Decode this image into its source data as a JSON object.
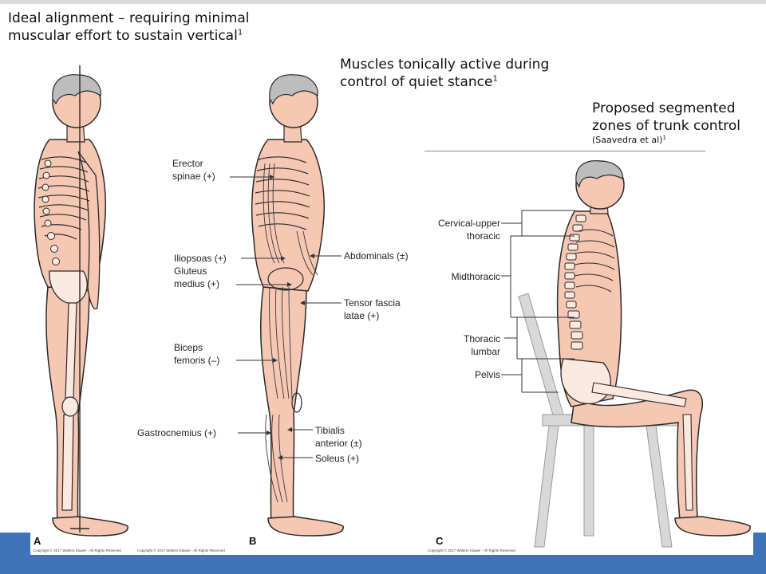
{
  "headings": {
    "a_line1": "Ideal alignment – requiring minimal",
    "a_line2": "muscular effort to sustain vertical",
    "a_sup": "1",
    "b_line1": "Muscles tonically active during",
    "b_line2": "control of quiet stance",
    "b_sup": "1",
    "c_line1": "Proposed segmented",
    "c_line2": "zones of trunk control",
    "c_note": "(Saavedra et al)",
    "c_sup": "1"
  },
  "muscle_labels": {
    "erector_1": "Erector",
    "erector_2": "spinae (+)",
    "iliopsoas": "Iliopsoas (+)",
    "gluteus_1": "Gluteus",
    "gluteus_2": "medius (+)",
    "biceps_1": "Biceps",
    "biceps_2": "femoris (–)",
    "gastrocnemius": "Gastrocnemius (+)",
    "abdominals": "Abdominals (±)",
    "tensor_1": "Tensor fascia",
    "tensor_2": "latae (+)",
    "tibialis_1": "Tibialis",
    "tibialis_2": "anterior (±)",
    "soleus": "Soleus (+)"
  },
  "zone_labels": {
    "cervical_1": "Cervical-upper",
    "cervical_2": "thoracic",
    "midthoracic": "Midthoracic",
    "thoracic_1": "Thoracic",
    "thoracic_2": "lumbar",
    "pelvis": "Pelvis"
  },
  "panel_letters": {
    "a": "A",
    "b": "B",
    "c": "C"
  },
  "copyright": {
    "a": "Copyright © 2017 Wolters Kluwer - All Rights Reserved",
    "b": "Copyright © 2017 Wolters Kluwer - All Rights Reserved",
    "c": "Copyright © 2017 Wolters Kluwer - All Rights Reserved"
  },
  "colors": {
    "skin": "#f6c7b3",
    "outline": "#2a2a2a",
    "hair": "#bdbdbd",
    "bone": "#fbe9e0",
    "chair": "#d8d8d8",
    "accent_bar": "#3f72b8"
  }
}
